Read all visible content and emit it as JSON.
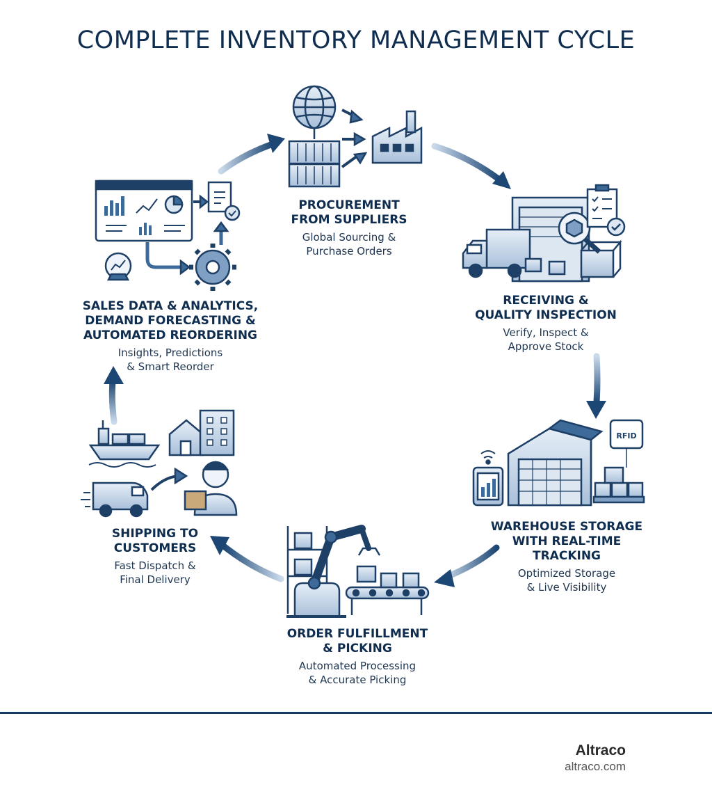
{
  "title": "COMPLETE INVENTORY MANAGEMENT CYCLE",
  "stages": {
    "procurement": {
      "heading": "PROCUREMENT\nFROM SUPPLIERS",
      "sub": "Global Sourcing &\nPurchase Orders"
    },
    "receiving": {
      "heading": "RECEIVING &\nQUALITY INSPECTION",
      "sub": "Verify, Inspect &\nApprove Stock"
    },
    "warehouse": {
      "heading": "WAREHOUSE STORAGE\nWITH REAL-TIME\nTRACKING",
      "sub": "Optimized Storage\n& Live Visibility"
    },
    "fulfillment": {
      "heading": "ORDER FULFILLMENT\n& PICKING",
      "sub": "Automated Processing\n& Accurate Picking"
    },
    "shipping": {
      "heading": "SHIPPING TO\nCUSTOMERS",
      "sub": "Fast Dispatch &\nFinal Delivery"
    },
    "analytics": {
      "heading": "SALES DATA & ANALYTICS,\nDEMAND FORECASTING &\nAUTOMATED REORDERING",
      "sub": "Insights, Predictions\n& Smart Reorder"
    }
  },
  "rfid_label": "RFID",
  "brand": {
    "name": "Altraco",
    "url": "altraco.com"
  },
  "colors": {
    "navy": "#0f2d4f",
    "mid_blue": "#3d6a99",
    "light_blue": "#c9d9ea",
    "rule": "#133a63"
  }
}
